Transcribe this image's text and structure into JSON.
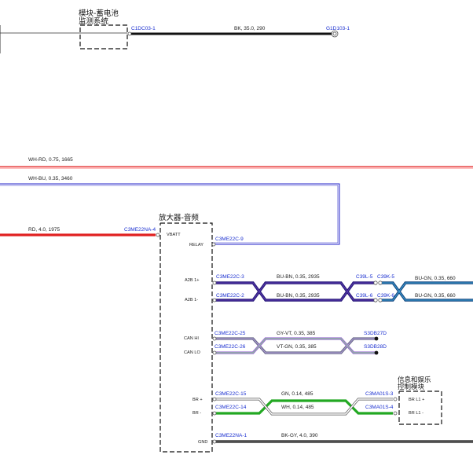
{
  "top": {
    "module_label_line1": "模块-蓄电池",
    "module_label_line2": "监测系统",
    "conn_left": "C1DC03-1",
    "wire_spec": "BK, 35.0, 290",
    "conn_right": "G1D103-1"
  },
  "harness": {
    "wire1": "WH-RD, 0.75, 1665",
    "wire2": "WH-BU, 0.35, 3460",
    "wire3": "RD, 4.0, 1975",
    "wire3_conn": "C3ME22NA-4"
  },
  "amplifier": {
    "title": "放大器-音频",
    "pins": {
      "vbatt": "VBATT",
      "relay": "RELAY",
      "a2b_pos": "A2B 1+",
      "a2b_neg": "A2B 1-",
      "can_hi": "CAN HI",
      "can_lo": "CAN LO",
      "br_pos": "BR +",
      "br_neg": "BR -",
      "gnd": "GND"
    },
    "connectors": {
      "relay": "C3ME22C-9",
      "a2b_pos": "C3ME22C-3",
      "a2b_neg": "C3ME22C-2",
      "can_hi": "C3ME22C-25",
      "can_lo": "C3ME22C-26",
      "br_pos": "C3ME22C-15",
      "br_neg": "C3ME22C-14",
      "gnd": "C3ME22NA-1"
    }
  },
  "a2b": {
    "wire_pos": "BU-BN, 0.35, 2935",
    "wire_neg": "BU-BN, 0.35, 2935",
    "inline_pos_a": "C39L-5",
    "inline_pos_b": "C39K-5",
    "inline_neg_a": "C39L-6",
    "inline_neg_b": "C39K-6",
    "ext_pos": "BU-GN, 0.35, 660",
    "ext_neg": "BU-GN, 0.35, 660"
  },
  "can": {
    "wire_hi": "GY-VT, 0.35, 385",
    "wire_lo": "VT-GN, 0.35, 385",
    "end_hi": "S3DB27D",
    "end_lo": "S3DB28D"
  },
  "br": {
    "wire_pos": "GN, 0.14, 485",
    "wire_neg": "WH, 0.14, 485",
    "conn_pos": "C3MA01S-3",
    "conn_neg": "C3MA01S-4",
    "module_title_line1": "信息和娱乐",
    "module_title_line2": "控制模块",
    "pin_pos": "BR L1 +",
    "pin_neg": "BR L1 -"
  },
  "gnd": {
    "wire": "BK-GY, 4.0, 390"
  },
  "colors": {
    "bk": "#111111",
    "rd": "#e02020",
    "bu": "#2323c8",
    "bu_dark": "#2a1a7a",
    "bu_gn": "#1a6aa8",
    "gy": "#6b6b8a",
    "vt": "#9a70d0",
    "gn": "#22a822",
    "pink": "#ff9a9a"
  }
}
